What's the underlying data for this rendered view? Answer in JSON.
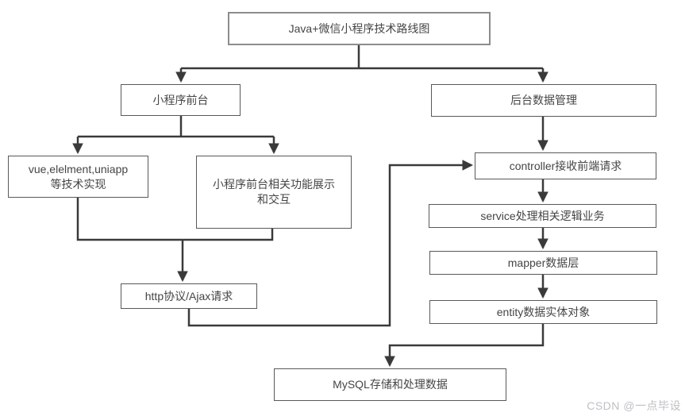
{
  "diagram": {
    "nodes": {
      "root": {
        "label": "Java+微信小程序技术路线图"
      },
      "frontend": {
        "label": "小程序前台"
      },
      "backend": {
        "label": "后台数据管理"
      },
      "tech": {
        "line1": "vue,elelment,uniapp",
        "line2": "等技术实现"
      },
      "features": {
        "line1": "小程序前台相关功能展示",
        "line2": "和交互"
      },
      "http": {
        "label": "http协议/Ajax请求"
      },
      "controller": {
        "label": "controller接收前端请求"
      },
      "service": {
        "label": "service处理相关逻辑业务"
      },
      "mapper": {
        "label": "mapper数据层"
      },
      "entity": {
        "label": "entity数据实体对象"
      },
      "mysql": {
        "label": "MySQL存储和处理数据"
      }
    },
    "colors": {
      "connector": "#3a3a3a",
      "box_border": "#595959",
      "title_border": "#8c8c8c",
      "text": "#454545",
      "watermark": "#bfc0c4"
    }
  },
  "watermark": {
    "text": "CSDN @一点毕设"
  }
}
